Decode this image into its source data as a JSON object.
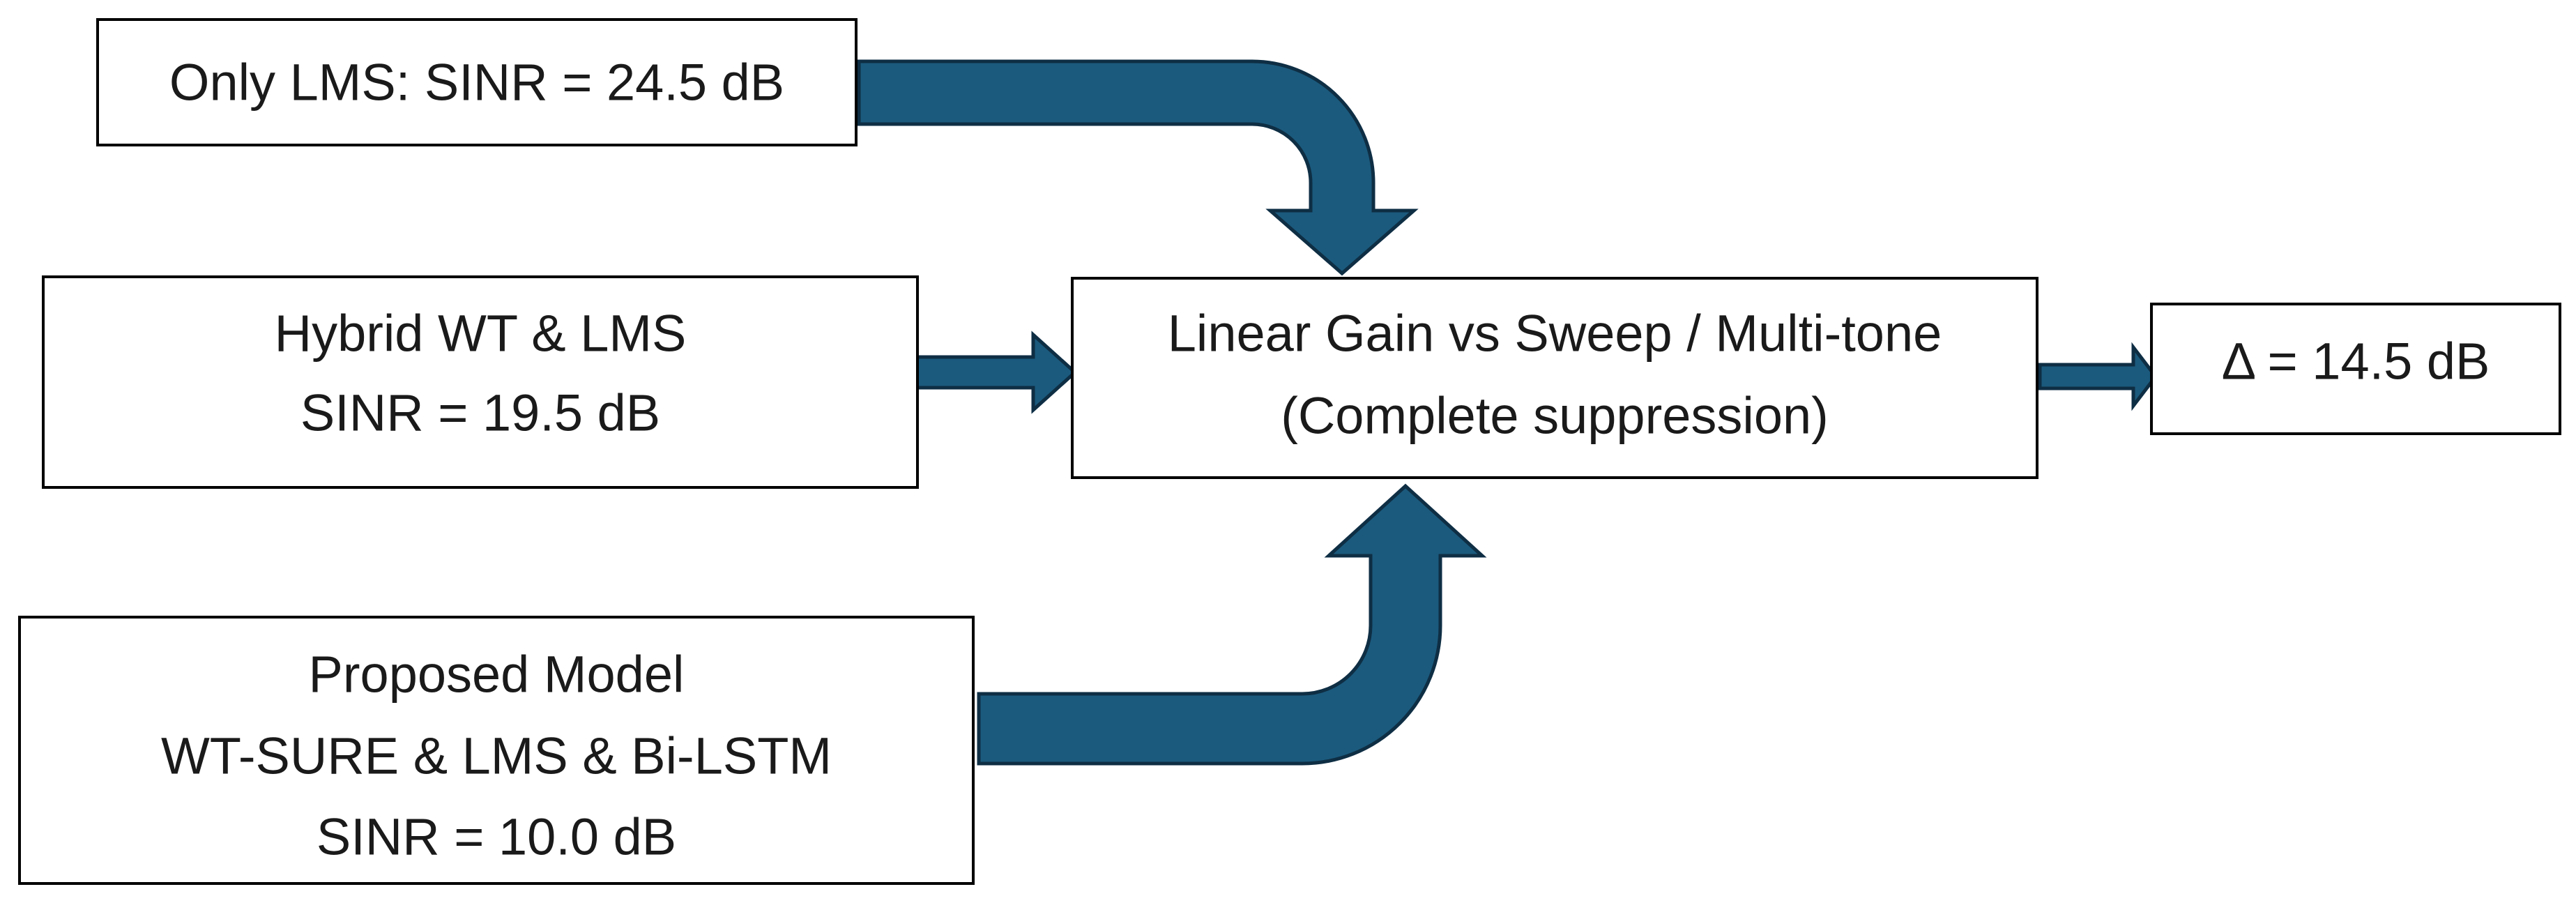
{
  "colors": {
    "arrow_fill": "#1B5A7D",
    "arrow_stroke": "#0E2E44",
    "box_border": "#000000",
    "text": "#1a1a1a"
  },
  "nodes": {
    "only_lms": {
      "lines": [
        "Only LMS: SINR = 24.5 dB"
      ]
    },
    "hybrid": {
      "lines": [
        "Hybrid WT & LMS",
        "SINR = 19.5 dB"
      ]
    },
    "proposed": {
      "lines": [
        "Proposed Model",
        "WT-SURE & LMS & Bi-LSTM",
        "SINR = 10.0 dB"
      ]
    },
    "center": {
      "lines": [
        "Linear Gain vs Sweep / Multi-tone",
        "(Complete suppression)"
      ]
    },
    "delta": {
      "lines": [
        "Δ = 14.5 dB"
      ]
    }
  },
  "edges": [
    {
      "from": "only_lms",
      "to": "center",
      "kind": "bent-down"
    },
    {
      "from": "hybrid",
      "to": "center",
      "kind": "straight-right"
    },
    {
      "from": "proposed",
      "to": "center",
      "kind": "bent-up"
    },
    {
      "from": "center",
      "to": "delta",
      "kind": "straight-right"
    }
  ]
}
